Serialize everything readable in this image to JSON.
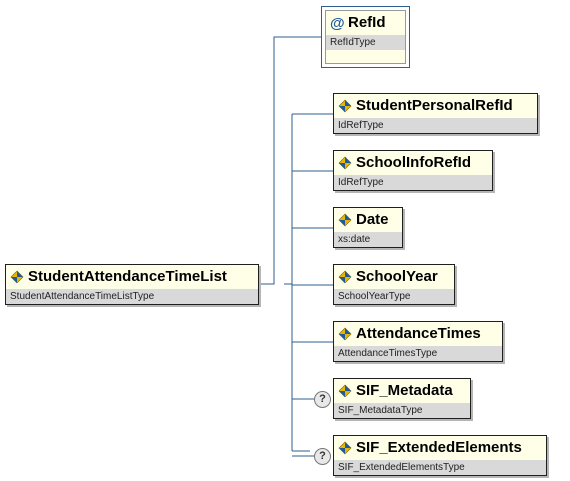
{
  "root": {
    "name": "StudentAttendanceTimeList",
    "type": "StudentAttendanceTimeListType",
    "icon": "element-icon"
  },
  "attribute": {
    "name": "RefId",
    "type": "RefIdType",
    "icon": "attribute-at-icon",
    "glyph": "@"
  },
  "children": [
    {
      "name": "StudentPersonalRefId",
      "type": "IdRefType",
      "optional": false,
      "optional_glyph": ""
    },
    {
      "name": "SchoolInfoRefId",
      "type": "IdRefType",
      "optional": false,
      "optional_glyph": ""
    },
    {
      "name": "Date",
      "type": "xs:date",
      "optional": false,
      "optional_glyph": ""
    },
    {
      "name": "SchoolYear",
      "type": "SchoolYearType",
      "optional": false,
      "optional_glyph": ""
    },
    {
      "name": "AttendanceTimes",
      "type": "AttendanceTimesType",
      "optional": false,
      "optional_glyph": ""
    },
    {
      "name": "SIF_Metadata",
      "type": "SIF_MetadataType",
      "optional": true,
      "optional_glyph": "?"
    },
    {
      "name": "SIF_ExtendedElements",
      "type": "SIF_ExtendedElementsType",
      "optional": true,
      "optional_glyph": "?"
    }
  ],
  "colors": {
    "line": "#2e5f8f",
    "node_fill": "#ffffe8",
    "type_band": "#d9d9d9",
    "icon_blue": "#1e5a9c",
    "icon_yellow": "#e8b800"
  }
}
